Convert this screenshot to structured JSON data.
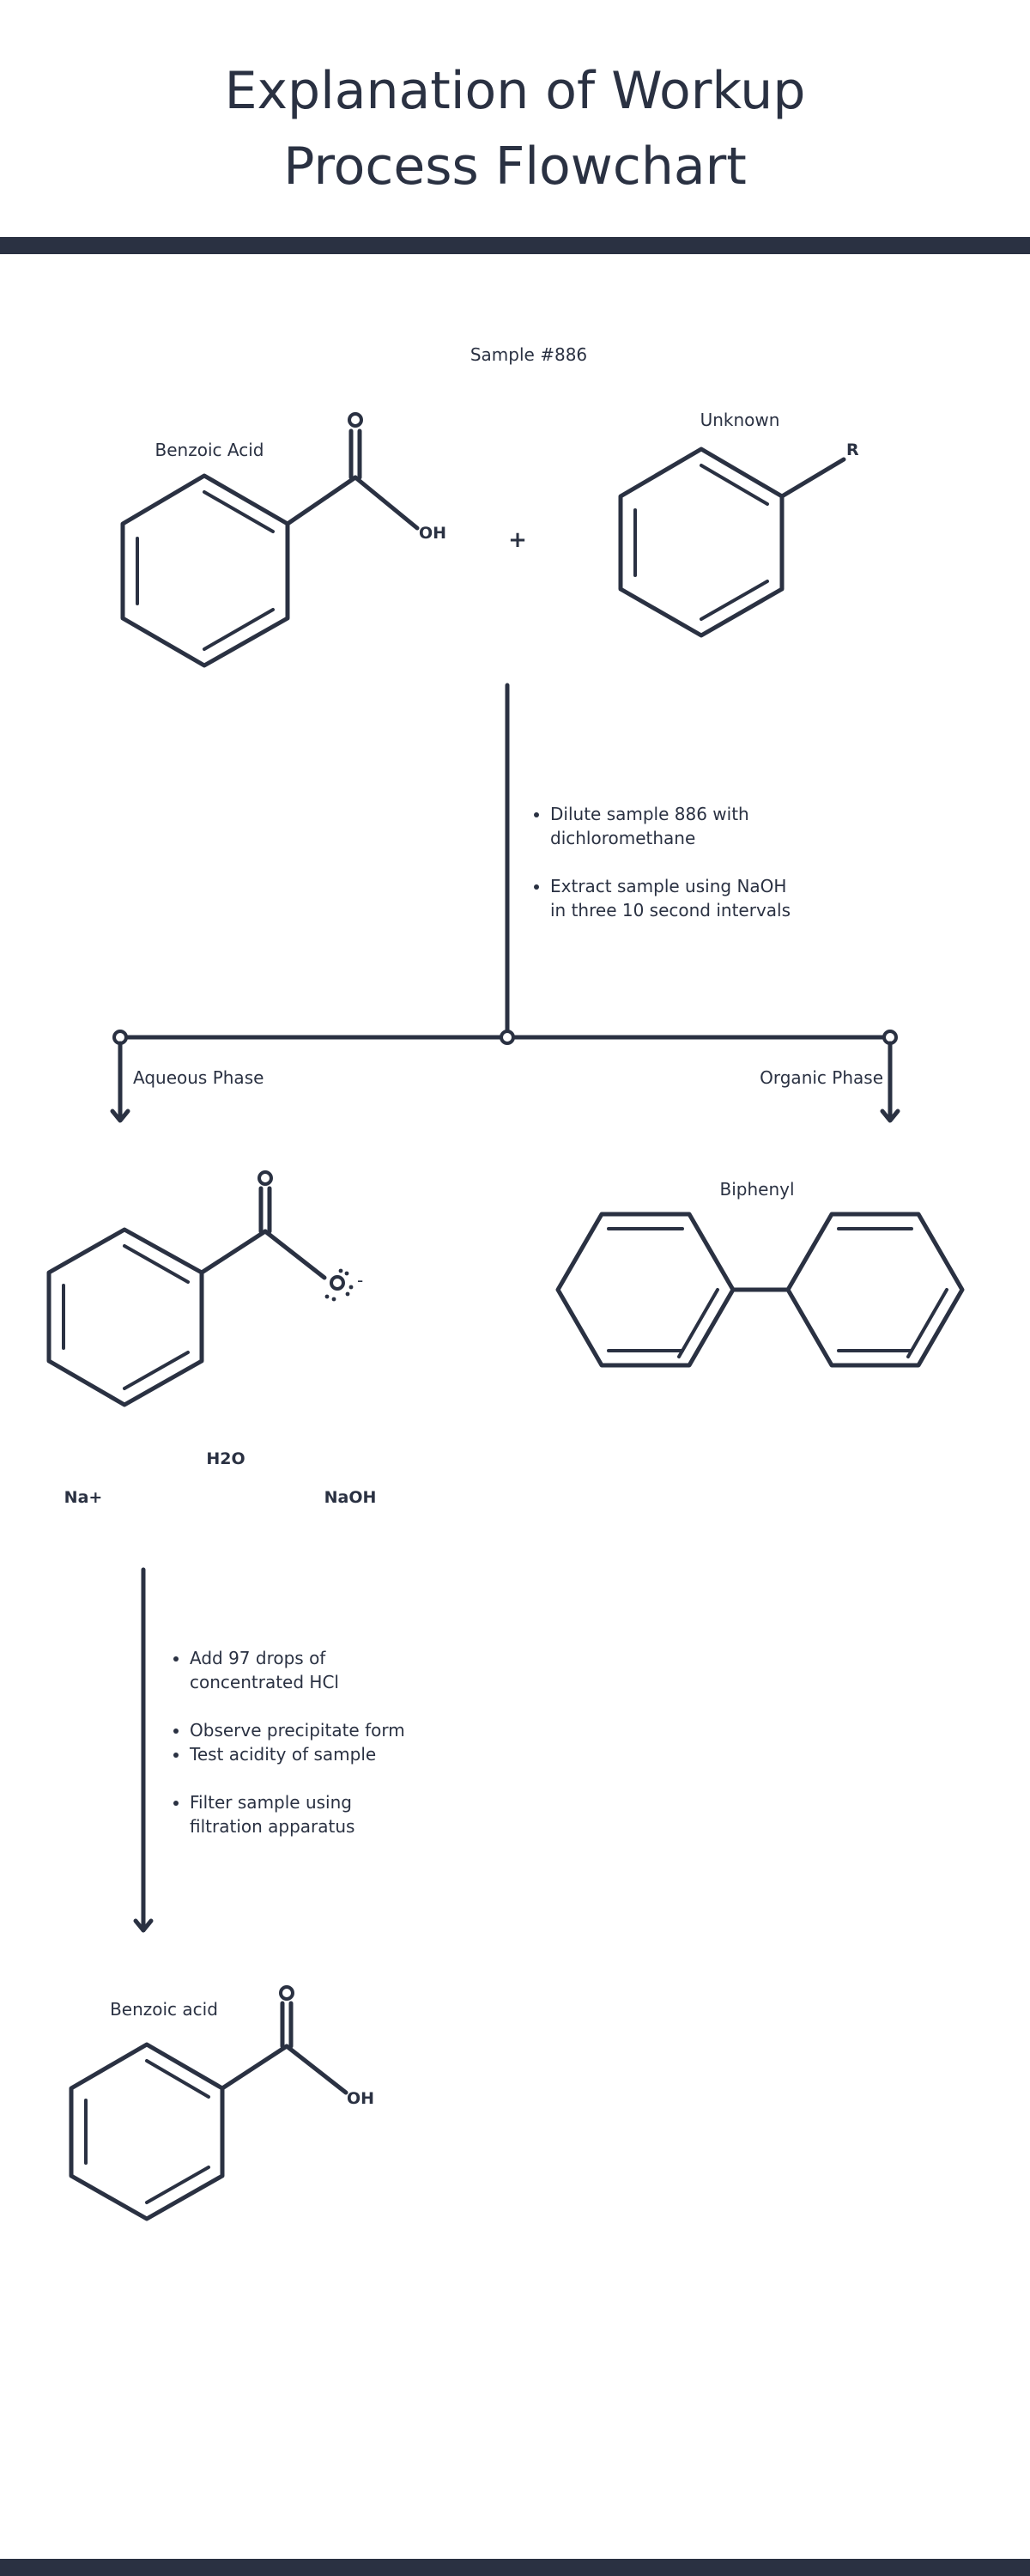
{
  "title_line1": "Explanation of Workup",
  "title_line2": "Process Flowchart",
  "sample_label": "Sample #886",
  "start": {
    "left_molecule": {
      "name": "Benzoic Acid",
      "o_label": "O",
      "oh_label": "OH"
    },
    "operator": "+",
    "right_molecule": {
      "name": "Unknown",
      "r_label": "R"
    }
  },
  "step1": {
    "bullets": [
      {
        "line1": "Dilute sample 886 with",
        "line2": "dichloromethane"
      },
      {
        "line1": "Extract sample using NaOH",
        "line2": "in three 10 second intervals"
      }
    ]
  },
  "branches": {
    "left_label": "Aqueous Phase",
    "right_label": "Organic Phase"
  },
  "aqueous": {
    "o_label": "O",
    "charge": "-",
    "water": "H2O",
    "sodium": "Na+",
    "base": "NaOH"
  },
  "organic": {
    "name": "Biphenyl"
  },
  "step2": {
    "bullets": [
      {
        "line1": "Add 97 drops of",
        "line2": "concentrated HCl"
      },
      {
        "line1": "Observe precipitate form",
        "line2": ""
      },
      {
        "line1": "Test acidity of sample",
        "line2": ""
      },
      {
        "line1": "Filter sample using",
        "line2": "filtration apparatus"
      }
    ]
  },
  "product": {
    "name": "Benzoic acid",
    "o_label": "O",
    "oh_label": "OH"
  },
  "colors": {
    "ink": "#2a3142",
    "background": "#ffffff"
  }
}
